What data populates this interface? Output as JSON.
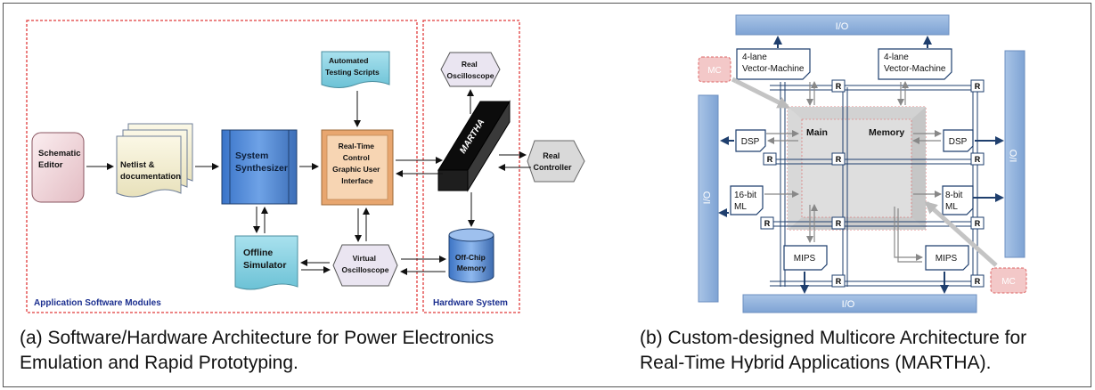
{
  "left": {
    "region_labels": {
      "software": "Application Software Modules",
      "hardware": "Hardware System"
    },
    "blocks": {
      "schematic_editor": [
        "Schematic",
        "Editor"
      ],
      "netlist": [
        "Netlist &",
        "documentation"
      ],
      "system_synthesizer": [
        "System",
        "Synthesizer"
      ],
      "rt_control": [
        "Real-Time",
        "Control",
        "Graphic User",
        "Interface"
      ],
      "automated_testing": [
        "Automated",
        "Testing Scripts"
      ],
      "real_oscilloscope": [
        "Real",
        "Oscilloscope"
      ],
      "martha": "MARTHA",
      "real_controller": [
        "Real",
        "Controller"
      ],
      "offline_simulator": [
        "Offline",
        "Simulator"
      ],
      "virtual_oscilloscope": [
        "Virtual",
        "Oscilloscope"
      ],
      "offchip_memory": [
        "Off-Chip",
        "Memory"
      ]
    },
    "caption": [
      "(a) Software/Hardware Architecture for Power Electronics",
      "Emulation and Rapid Prototyping."
    ]
  },
  "right": {
    "io_label": "I/O",
    "vector_machine": [
      "4-lane",
      "Vector-Machine"
    ],
    "mc": "MC",
    "router": "R",
    "dsp": "DSP",
    "ml16": [
      "16-bit",
      "ML"
    ],
    "ml8": [
      "8-bit",
      "ML"
    ],
    "mips": "MIPS",
    "main_memory": [
      "Main",
      "Memory"
    ],
    "caption": [
      "(b) Custom-designed Multicore Architecture for",
      "Real-Time Hybrid Applications (MARTHA)."
    ]
  }
}
